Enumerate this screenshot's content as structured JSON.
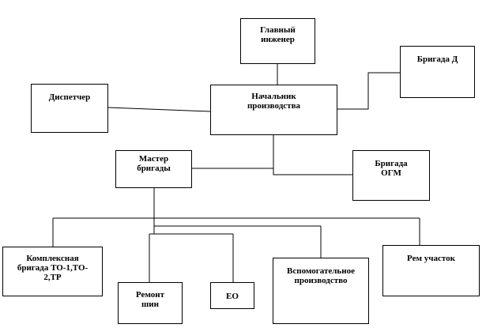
{
  "nodes": {
    "chief_engineer": "Главный\nинженер",
    "brigade_d": "Бригада Д",
    "dispatcher": "Диспетчер",
    "production_head": "Начальник\nпроизводства",
    "brigade_master": "Мастер\nбригады",
    "brigade_ogm": "Бригада\nОГМ",
    "complex_brigade": "Комплексная\nбригада ТО-1,ТО-\n2,ТР",
    "tire_repair": "Ремонт\nшин",
    "eo": "ЕО",
    "auxiliary_production": "Вспомогательное\nпроизводство",
    "repair_section": "Рем участок"
  }
}
